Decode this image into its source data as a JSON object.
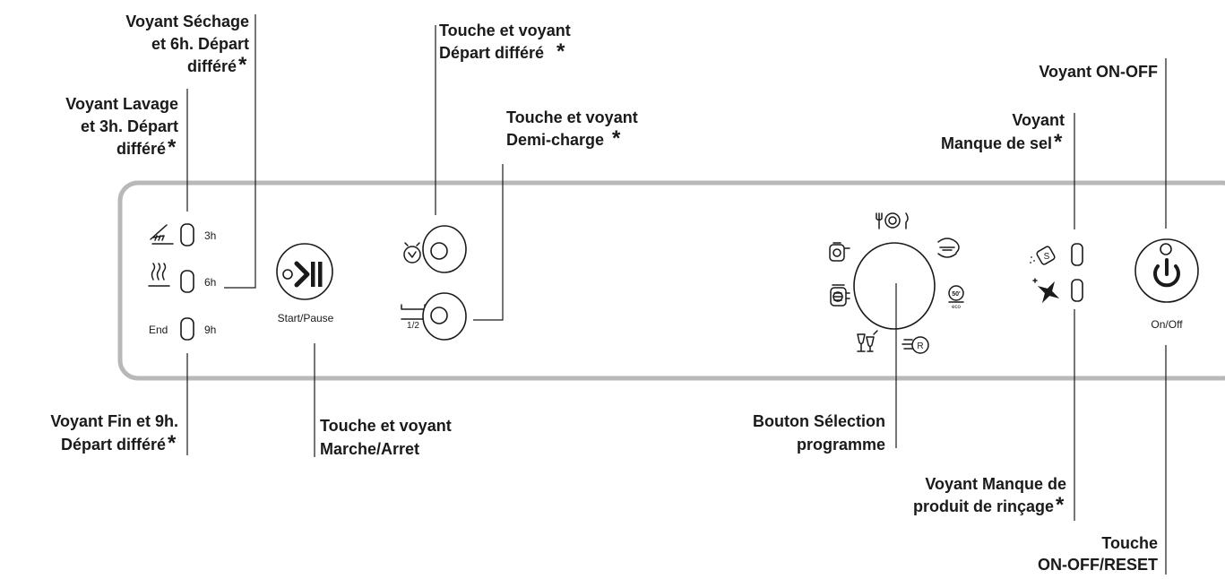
{
  "panel": {
    "indicators": [
      {
        "icon": "wash-icon",
        "hours": "3h"
      },
      {
        "icon": "dry-icon",
        "hours": "6h"
      },
      {
        "icon_text": "End",
        "hours": "9h"
      }
    ],
    "start_pause_label": "Start/Pause",
    "on_off_label": "On/Off",
    "program_icons": [
      "intensive-pot-icon",
      "daily-pan-icon",
      "cutlery-plate-icon",
      "quick-wash-icon",
      "eco-50-icon",
      "rapid-r-icon",
      "glass-icon",
      "pot-soak-icon"
    ],
    "eco_text": "50'",
    "eco_subtext": "eco",
    "rapid_text": "R",
    "half_load_text": "1/2",
    "salt_text": "S"
  },
  "callouts": {
    "sechage": {
      "lines": [
        "Voyant Séchage",
        "et 6h. Départ",
        "différé"
      ],
      "asterisk": "*"
    },
    "lavage": {
      "lines": [
        "Voyant Lavage",
        "et 3h. Départ",
        "différé"
      ],
      "asterisk": "*"
    },
    "fin": {
      "lines": [
        "Voyant Fin et 9h.",
        "Départ différé"
      ],
      "asterisk": "*"
    },
    "depart_differe": {
      "lines": [
        "Touche et voyant",
        "Départ différé"
      ],
      "asterisk": "*"
    },
    "demi_charge": {
      "lines": [
        "Touche et voyant",
        "Demi-charge"
      ],
      "asterisk": "*"
    },
    "marche_arret": {
      "lines": [
        "Touche et voyant",
        "Marche/Arret"
      ]
    },
    "selection": {
      "lines": [
        "Bouton Sélection",
        "programme"
      ]
    },
    "on_off": {
      "lines": [
        "Voyant ON-OFF"
      ]
    },
    "sel": {
      "lines": [
        "Voyant",
        "Manque de sel"
      ],
      "asterisk": "*"
    },
    "rincage": {
      "lines": [
        "Voyant Manque de",
        "produit de rinçage"
      ],
      "asterisk": "*"
    },
    "reset": {
      "lines": [
        "Touche",
        "ON-OFF/RESET"
      ]
    }
  }
}
